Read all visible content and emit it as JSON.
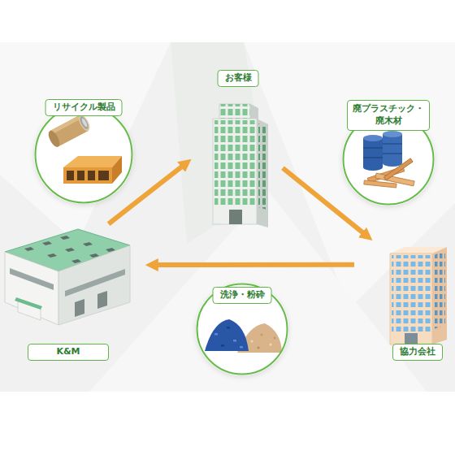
{
  "diagram": {
    "nodes": [
      {
        "text": [
          "お客様"
        ]
      },
      {
        "text": [
          "リサイクル製品"
        ]
      },
      {
        "text": [
          "廃プラスチック・ 廃木材"
        ]
      },
      {
        "text": [
          "K&M"
        ]
      },
      {
        "text": [
          "洗浄・粉砕"
        ]
      },
      {
        "text": [
          "協力会社"
        ]
      }
    ],
    "edges": [
      {
        "from": 3,
        "to": 0,
        "arrow": "to"
      },
      {
        "from": 0,
        "to": 5,
        "arrow": "to"
      },
      {
        "from": 5,
        "to": 3,
        "arrow": "to"
      }
    ]
  }
}
